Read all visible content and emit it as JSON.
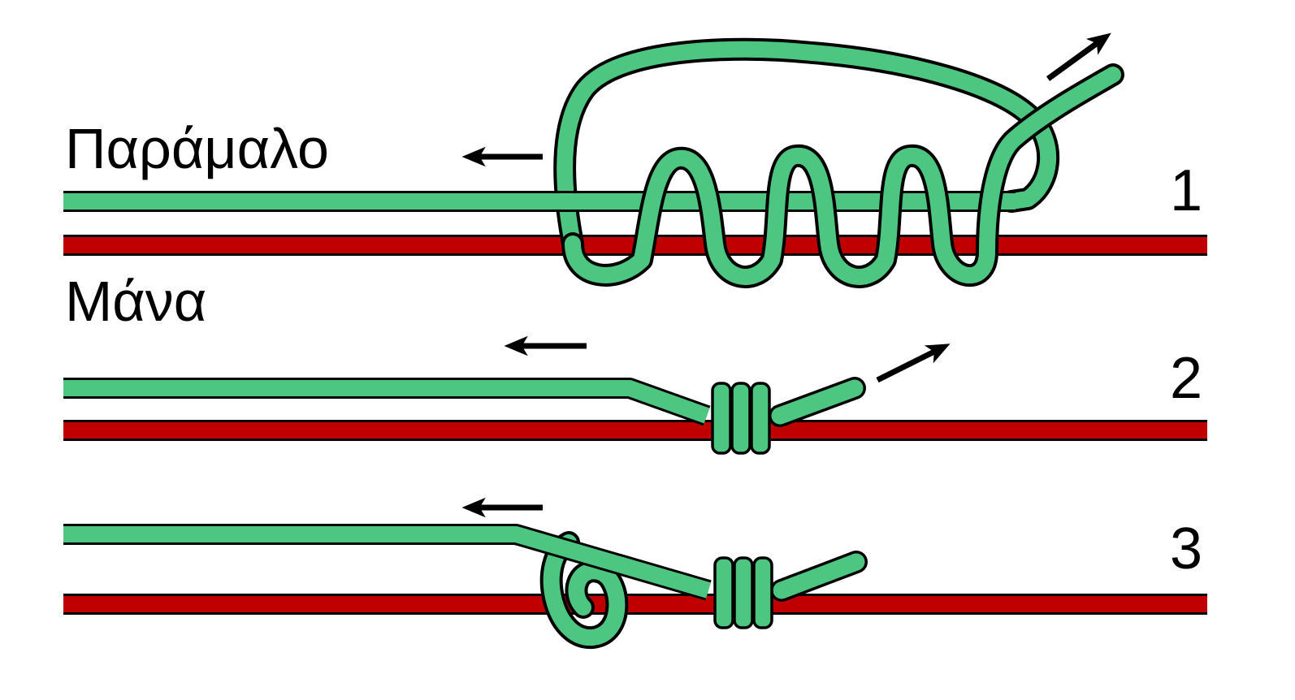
{
  "labels": {
    "leader": "Παράμαλο",
    "mainline": "Μάνα"
  },
  "steps": [
    {
      "number": "1"
    },
    {
      "number": "2"
    },
    {
      "number": "3"
    }
  ],
  "colors": {
    "leader_line": "#4dc681",
    "main_line": "#c00000",
    "outline": "#000000",
    "arrow": "#000000",
    "background": "#ffffff"
  },
  "icons": {
    "pull_arrow": "arrow-icon"
  }
}
